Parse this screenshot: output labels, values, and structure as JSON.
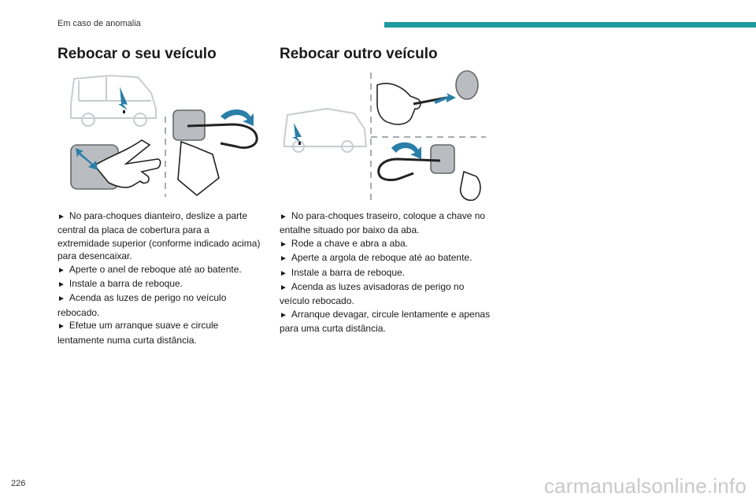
{
  "header": {
    "section": "Em caso de anomalia",
    "accent_color": "#1f9a9e"
  },
  "left": {
    "title": "Rebocar o seu veículo",
    "steps": [
      "No para-choques dianteiro, deslize a parte central da placa de cobertura para a extremidade superior (conforme indicado acima) para desencaixar.",
      "Aperte o anel de reboque até ao batente.",
      "Instale a barra de reboque.",
      "Acenda as luzes de perigo no veículo rebocado.",
      "Efetue um arranque suave e circule lentamente numa curta distância."
    ]
  },
  "right": {
    "title": "Rebocar outro veículo",
    "steps": [
      "No para-choques traseiro, coloque a chave no entalhe situado por baixo da aba.",
      "Rode a chave e abra a aba.",
      "Aperte a argola de reboque até ao batente.",
      "Instale a barra de reboque.",
      "Acenda as luzes avisadoras de perigo no veículo rebocado.",
      "Arranque devagar, circule lentamente e apenas para uma curta distância."
    ]
  },
  "footer": {
    "page_number": "226",
    "watermark": "carmanualsonline.info"
  },
  "bullet_glyph": "►"
}
